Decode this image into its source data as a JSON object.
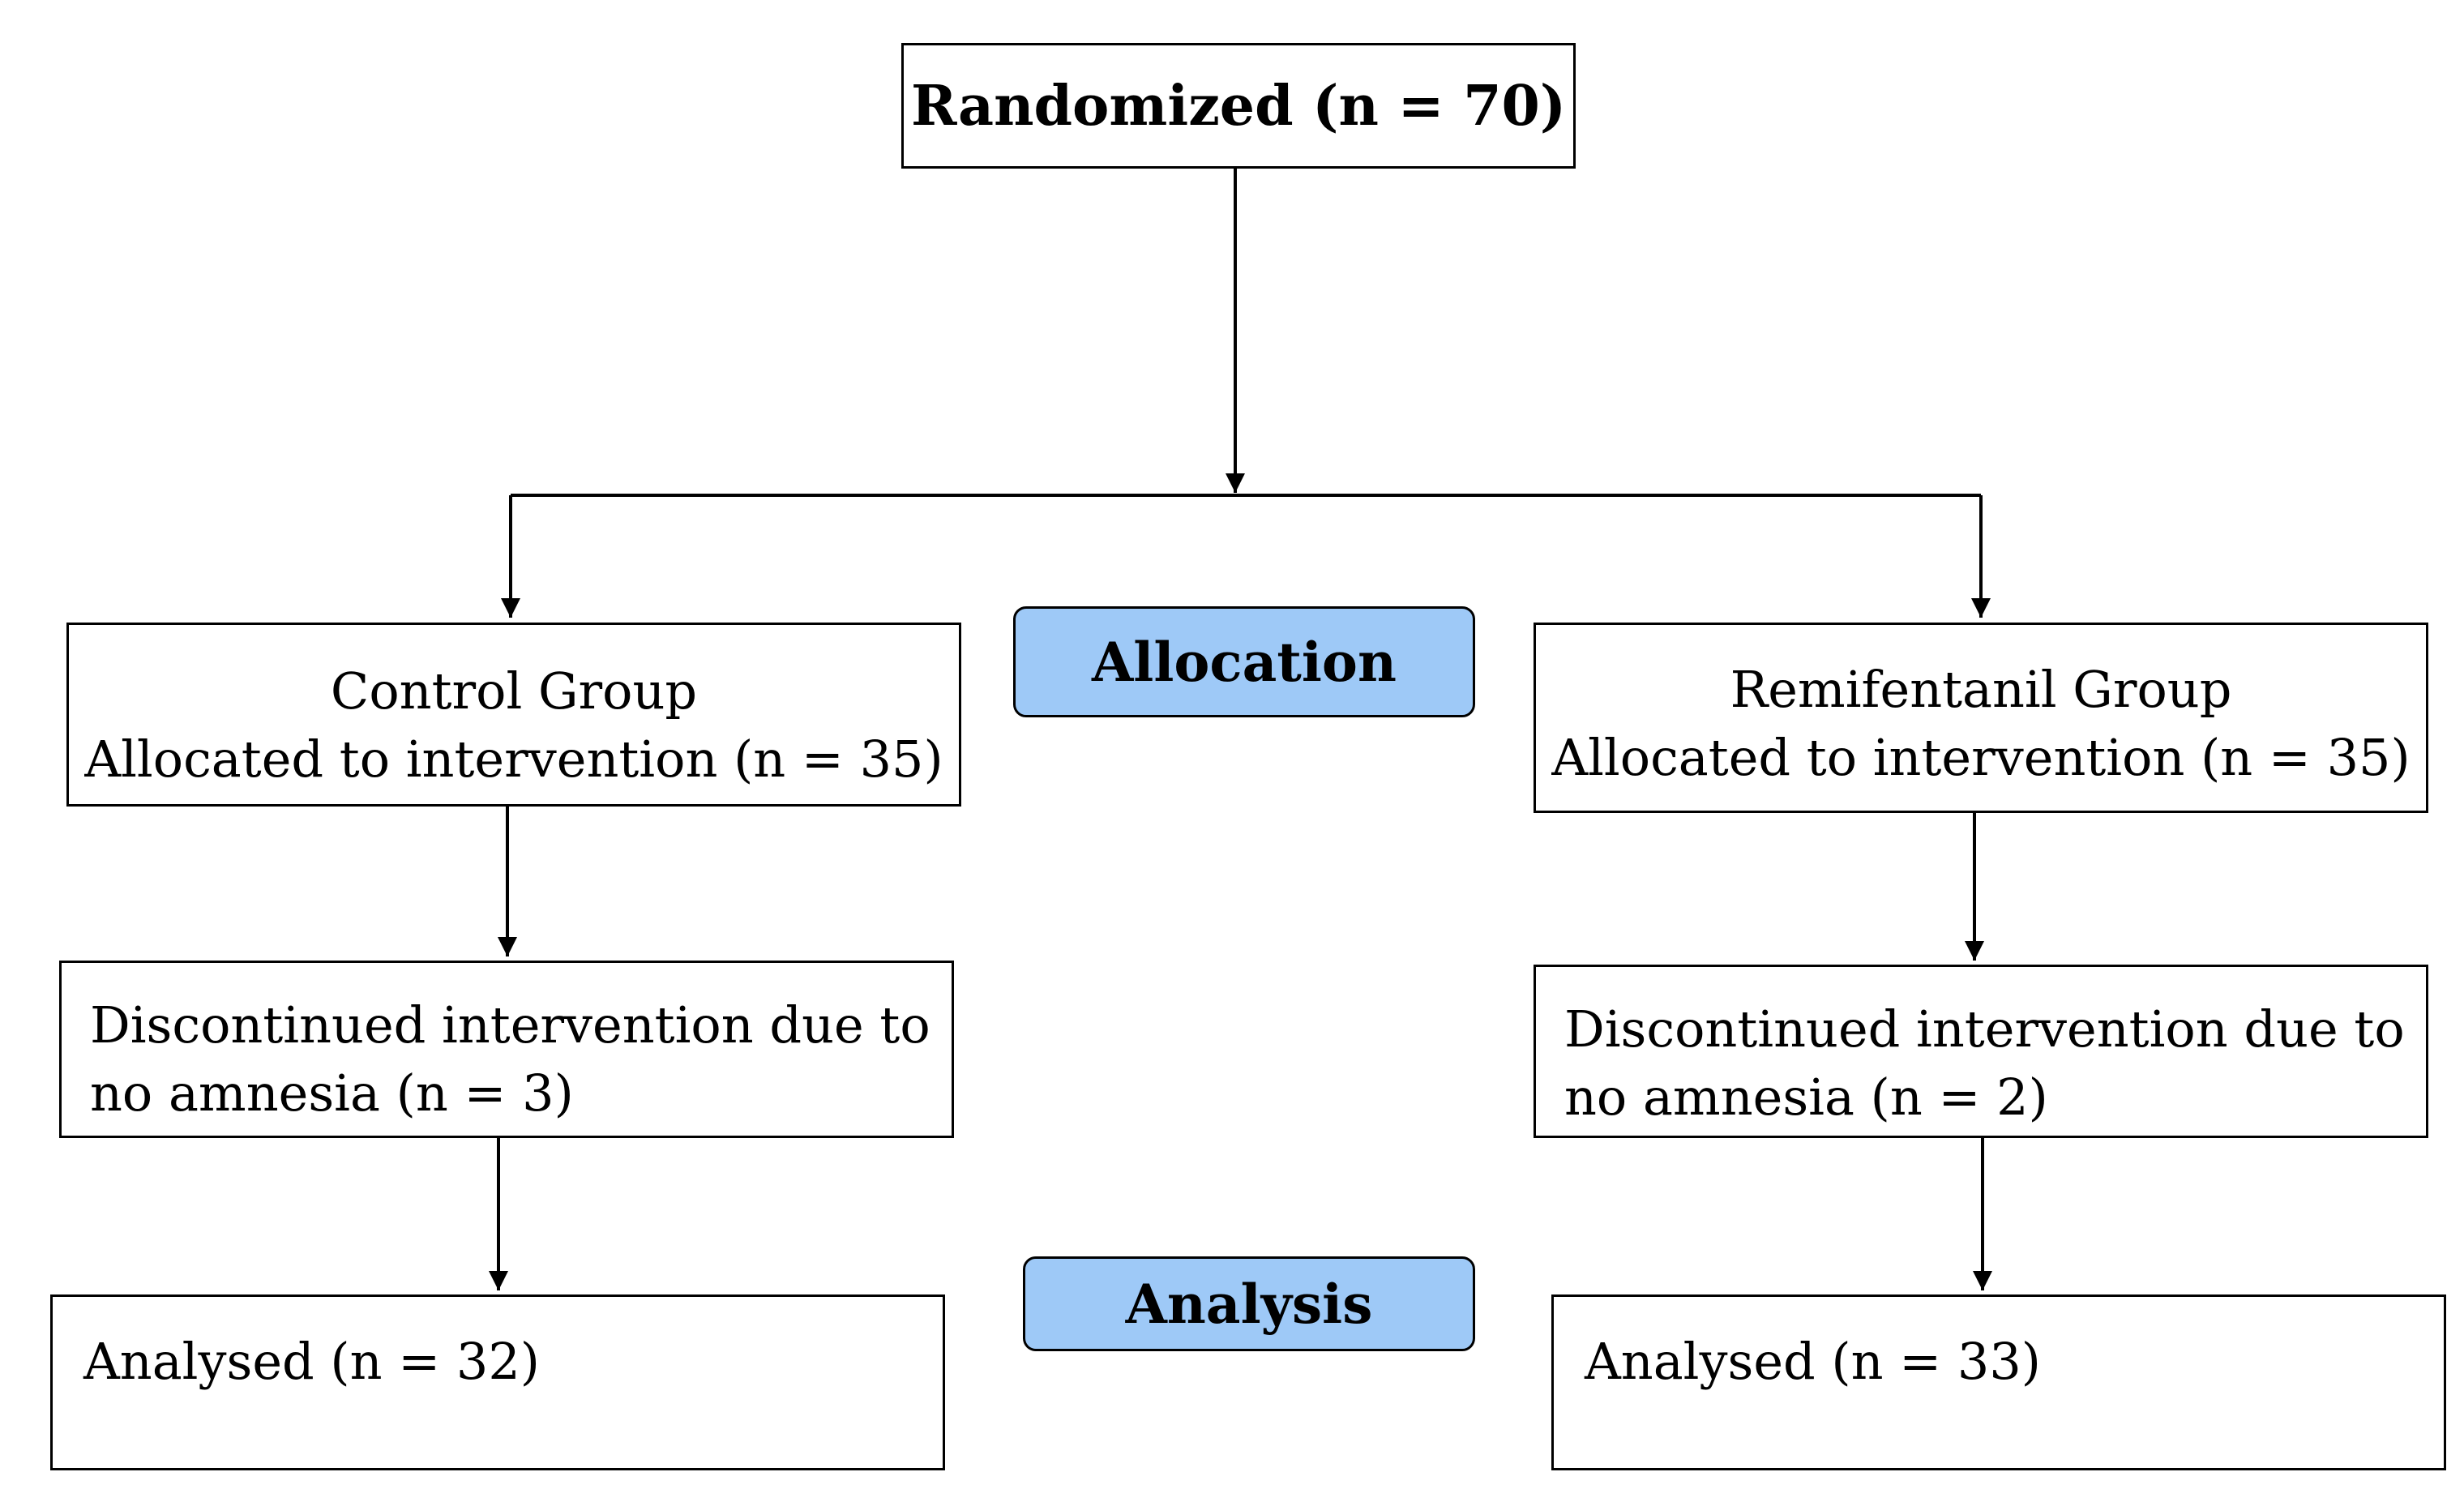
{
  "randomized": {
    "label": "Randomized (n = 70)"
  },
  "phases": {
    "allocation": "Allocation",
    "analysis": "Analysis"
  },
  "control": {
    "title": "Control Group",
    "allocated": "Allocated to intervention (n = 35)",
    "discontinued_line1": "Discontinued intervention due to",
    "discontinued_line2": "no amnesia  (n = 3)",
    "analysed": "Analysed  (n = 32)"
  },
  "remifentanil": {
    "title": "Remifentanil Group",
    "allocated": "Allocated to intervention (n = 35)",
    "discontinued_line1": "Discontinued intervention due to",
    "discontinued_line2": "no amnesia (n = 2)",
    "analysed": "Analysed  (n = 33)"
  },
  "colors": {
    "phase_fill": "#9ec9f7",
    "stroke": "#000000",
    "background": "#ffffff"
  }
}
